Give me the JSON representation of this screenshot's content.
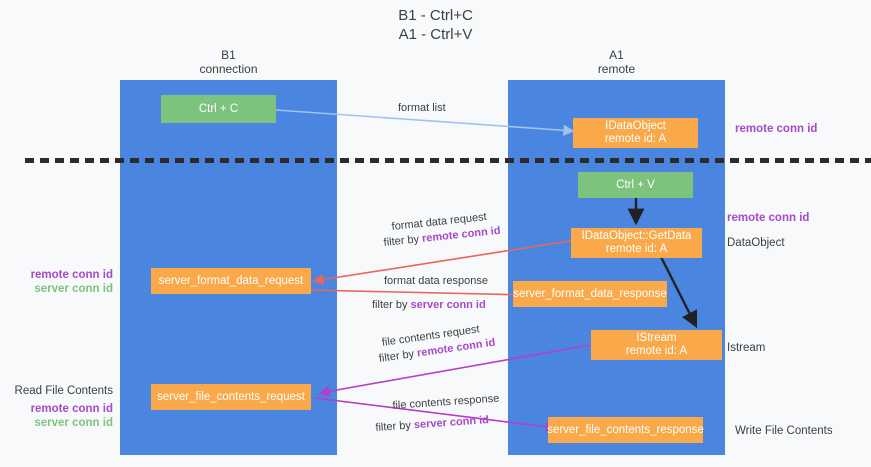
{
  "title": {
    "line1": "B1 - Ctrl+C",
    "line2": "A1 - Ctrl+V"
  },
  "columns": [
    {
      "name": "B1",
      "role": "connection"
    },
    {
      "name": "A1",
      "role": "remote"
    }
  ],
  "boxes": {
    "ctrl_c": "Ctrl + C",
    "ctrl_v": "Ctrl + V",
    "idataobject_top_l1": "IDataObject",
    "idataobject_top_l2": "remote id: A",
    "getdata_l1": "IDataObject::GetData",
    "getdata_l2": "remote id: A",
    "istream_l1": "IStream",
    "istream_l2": "remote id: A",
    "server_format_data_request": "server_format_data_request",
    "server_format_data_response": "server_format_data_response",
    "server_file_contents_request": "server_file_contents_request",
    "server_file_contents_response": "server_file_contents_response"
  },
  "edges": {
    "format_list": "format list",
    "format_data_request": "format data request",
    "format_data_request_filter_prefix": "filter by ",
    "format_data_request_filter_key": "remote conn id",
    "format_data_response": "format data response",
    "format_data_response_filter_prefix": "filter by ",
    "format_data_response_filter_key": "server conn id",
    "file_contents_request": "file contents request",
    "file_contents_request_filter_prefix": "filter by ",
    "file_contents_request_filter_key": "remote conn id",
    "file_contents_response": "file contents response",
    "file_contents_response_filter_prefix": "filter by ",
    "file_contents_response_filter_key": "server conn id"
  },
  "annotations": {
    "right_remote_conn_id_top": "remote conn id",
    "right_remote_conn_id_mid": "remote conn id",
    "right_dataobject": "DataObject",
    "right_istream": "Istream",
    "right_write_file_contents": "Write File Contents",
    "left_remote_conn_id_mid": "remote conn id",
    "left_server_conn_id_mid": "server conn id",
    "left_read_file_contents": "Read File Contents",
    "left_remote_conn_id_bottom": "remote conn id",
    "left_server_conn_id_bottom": "server conn id"
  },
  "colors": {
    "lane": "#4a86e0",
    "green_box": "#7dc37e",
    "orange_box": "#f9a94a",
    "remote_key": "#a64ac9",
    "server_key": "#7dc37e",
    "arrow_format_list": "#9ec5ea",
    "arrow_format_data": "#e8665e",
    "arrow_file_contents": "#b53fc4",
    "arrow_black": "#202124",
    "background": "#f8f9fa"
  }
}
